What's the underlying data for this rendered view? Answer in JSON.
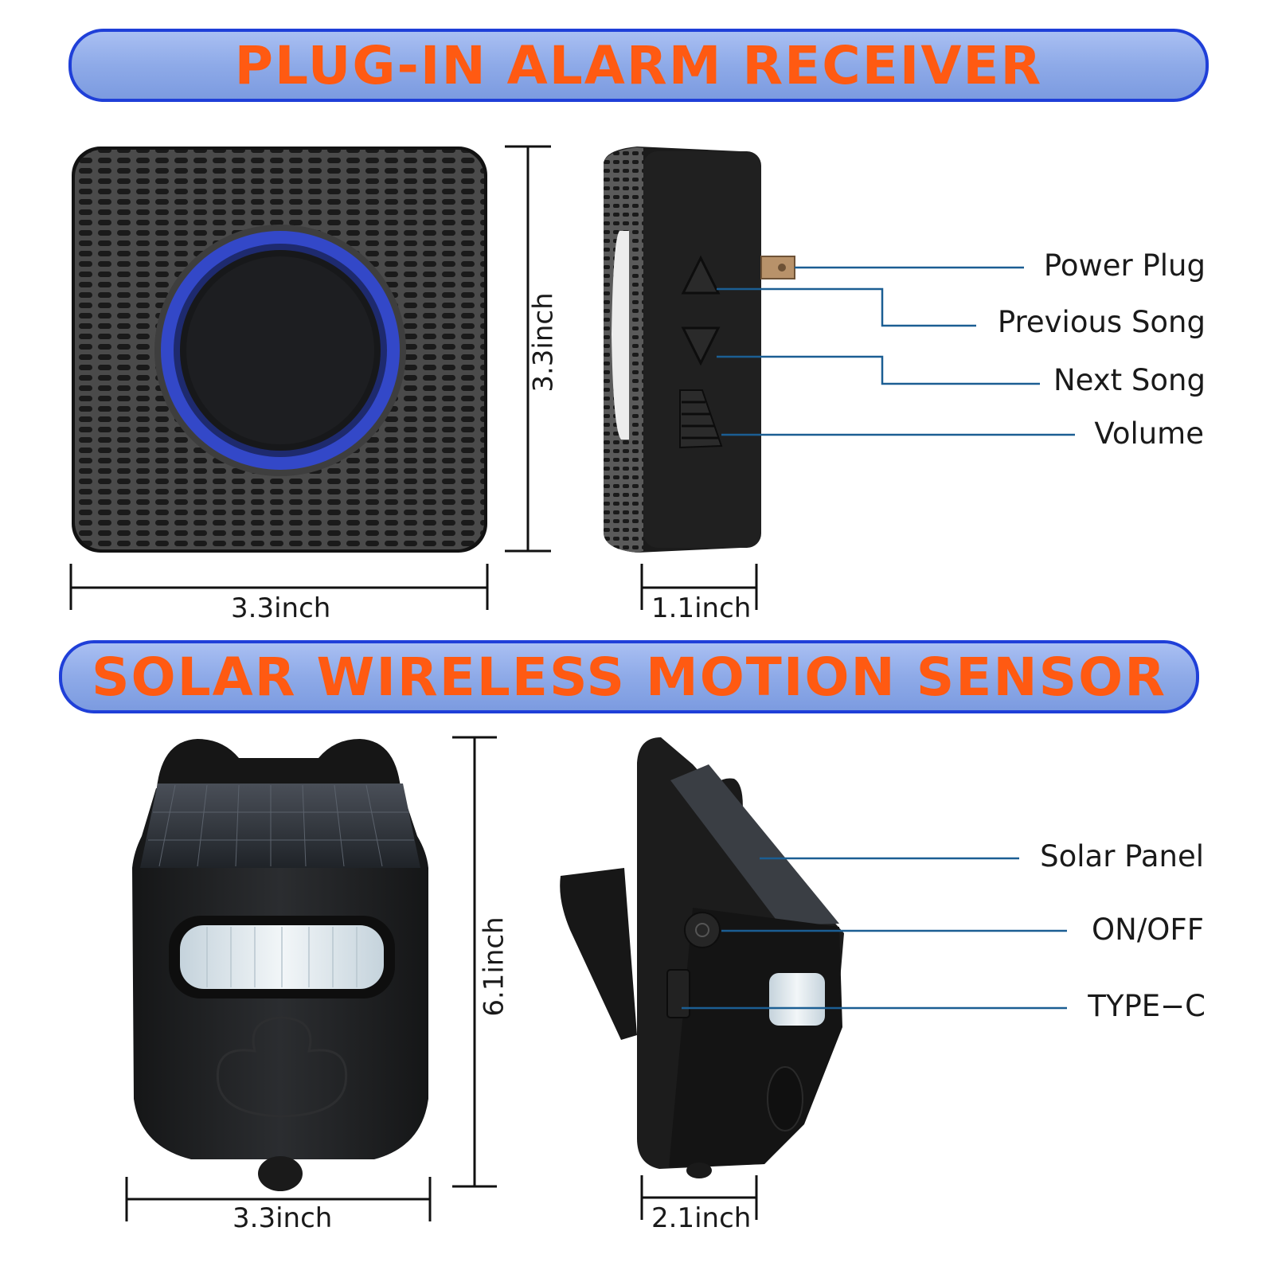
{
  "receiver": {
    "title": "PLUG-IN ALARM RECEIVER",
    "width_label": "3.3inch",
    "height_label": "3.3inch",
    "depth_label": "1.1inch",
    "callouts": {
      "power_plug": "Power Plug",
      "previous_song": "Previous Song",
      "next_song": "Next Song",
      "volume": "Volume"
    }
  },
  "sensor": {
    "title": "SOLAR WIRELESS MOTION SENSOR",
    "width_label": "3.3inch",
    "height_label": "6.1inch",
    "depth_label": "2.1inch",
    "callouts": {
      "solar_panel": "Solar Panel",
      "on_off": "ON/OFF",
      "type_c": "TYPE−C"
    }
  },
  "colors": {
    "banner_text": "#ff5a12",
    "banner_border": "#1f3fd8",
    "callout_line": "#1b5e93",
    "ring": "#3348c8"
  }
}
